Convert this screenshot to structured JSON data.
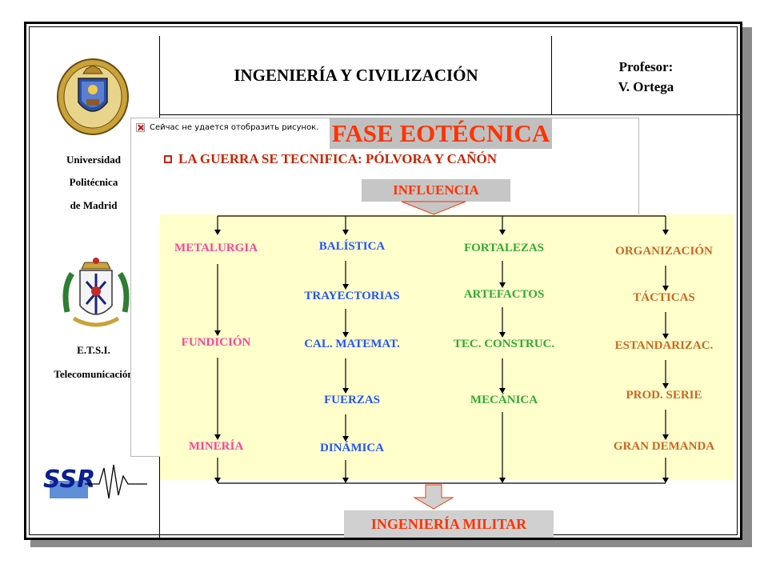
{
  "header": {
    "title": "INGENIERÍA Y CIVILIZACIÓN",
    "professor_label": "Profesor:",
    "professor_name": "V. Ortega"
  },
  "sidebar": {
    "university_lines": [
      "Universidad",
      "Politécnica",
      "de Madrid"
    ],
    "school_lines": [
      "E.T.S.I.",
      "Telecomunicación"
    ],
    "logo_text": "SSR"
  },
  "broken_image_text": "Сейчас не удается отобразить рисунок.",
  "slide": {
    "title": "FASE EOTÉCNICA",
    "subtitle": "LA GUERRA SE TECNIFICA: PÓLVORA Y CAÑÓN",
    "influence": "INFLUENCIA",
    "result": "INGENIERÍA MILITAR"
  },
  "columns": [
    {
      "items": [
        "METALURGIA",
        "FUNDICIÓN",
        "MINERÍA"
      ],
      "color": "#ff4499"
    },
    {
      "items": [
        "BALÍSTICA",
        "TRAYECTORIAS",
        "CAL. MATEMAT.",
        "FUERZAS",
        "DINÁMICA"
      ],
      "color": "#2255ff"
    },
    {
      "items": [
        "FORTALEZAS",
        "ARTEFACTOS",
        "TEC. CONSTRUC.",
        "MECÁNICA"
      ],
      "color": "#33aa33"
    },
    {
      "items": [
        "ORGANIZACIÓN",
        "TÁCTICAS",
        "ESTANDARIZAC.",
        "PROD. SERIE",
        "GRAN DEMANDA"
      ],
      "color": "#cc6622"
    }
  ]
}
